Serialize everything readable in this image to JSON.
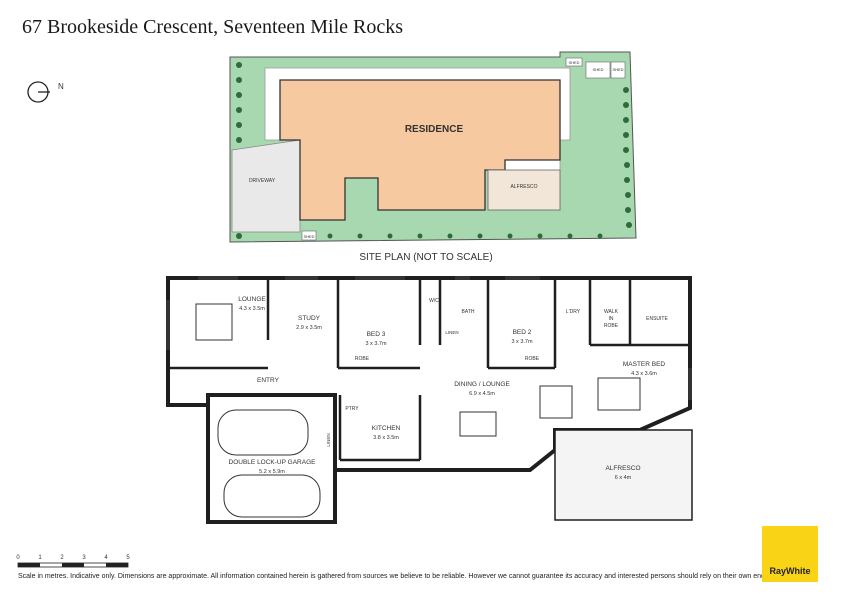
{
  "title": "67 Brookeside Crescent, Seventeen Mile Rocks",
  "site_plan": {
    "caption": "SITE PLAN (NOT TO SCALE)",
    "residence": "RESIDENCE",
    "driveway": "DRIVEWAY",
    "alfresco": "ALFRESCO",
    "shed_small": "SHED",
    "shed_large": "SHED",
    "shed_right": "SHED",
    "shed_bottom": "SHED"
  },
  "compass": {
    "letter": "N"
  },
  "rooms": {
    "lounge": {
      "name": "LOUNGE",
      "size": "4.3 x 3.5m"
    },
    "study": {
      "name": "STUDY",
      "size": "2.9 x 3.5m"
    },
    "bed3": {
      "name": "BED 3",
      "size": "3 x 3.7m"
    },
    "robe1": "ROBE",
    "wc": "W/C",
    "bath": "BATH",
    "linen1": "LINEN",
    "bed2": {
      "name": "BED 2",
      "size": "3 x 3.7m"
    },
    "robe2": "ROBE",
    "ldry": "L'DRY",
    "walkin": [
      "WALK",
      "IN",
      "ROBE"
    ],
    "ensuite": "ENSUITE",
    "master": {
      "name": "MASTER BED",
      "size": "4.3 x 3.6m"
    },
    "entry": "ENTRY",
    "dining": {
      "name": "DINING / LOUNGE",
      "size": "6.9 x 4.5m"
    },
    "ptry": "PTRY",
    "kitchen": {
      "name": "KITCHEN",
      "size": "3.8 x 3.5m"
    },
    "linen2": "LINEN",
    "garage": {
      "name": "DOUBLE LOCK-UP GARAGE",
      "size": "5.2 x 5.9m"
    },
    "alfresco": {
      "name": "ALFRESCO",
      "size": "6 x 4m"
    }
  },
  "scale_bar": {
    "ticks": [
      "0",
      "1",
      "2",
      "3",
      "4",
      "5"
    ]
  },
  "disclaimer": "Scale in metres. Indicative only. Dimensions are approximate. All information contained herein is gathered from sources we believe to be reliable. However we cannot guarantee its accuracy and interested persons should rely on their own enquiries.",
  "brand": {
    "name": "RayWhite",
    "color": "#f9d315"
  },
  "colors": {
    "lawn": "#a8d8b0",
    "residence": "#f7c9a0",
    "hedge": "#2d6b3a",
    "wall": "#1f1f1f"
  }
}
